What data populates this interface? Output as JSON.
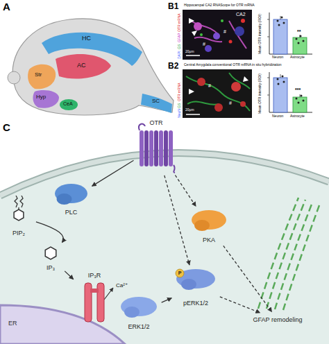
{
  "diagram": {
    "nodes": [
      {
        "text": [
          "OTR"
        ]
      },
      {
        "text": [
          "PLC"
        ]
      },
      {
        "text": [
          "PIP₂"
        ]
      },
      {
        "text": [
          "IP₃"
        ]
      },
      {
        "text": [
          "IP₃R"
        ]
      },
      {
        "text": [
          "PKA"
        ]
      },
      {
        "text": [
          "ERK1/2"
        ]
      },
      {
        "text": [
          "pERK1/2"
        ]
      },
      {
        "text": [
          "GFAP remodeling"
        ]
      }
    ],
    "edges": [
      {
        "from": 0,
        "to": 1,
        "arrow": "to"
      },
      {
        "from": 2,
        "to": 3,
        "arrow": "to"
      },
      {
        "from": 3,
        "to": 4,
        "arrow": "to"
      },
      {
        "from": 0,
        "to": 7,
        "arrow": "to"
      },
      {
        "from": 6,
        "to": 7,
        "arrow": "to"
      },
      {
        "from": 0,
        "to": 5,
        "arrow": "to"
      },
      {
        "from": 5,
        "to": 8,
        "arrow": "to"
      },
      {
        "from": 7,
        "to": 8,
        "arrow": "to"
      }
    ],
    "labels": [
      "A",
      "HC",
      "AC",
      "Str",
      "Hyp",
      "CeA",
      "SC",
      "B1",
      "Hippocampal CA2 RNAScope for OTR mRNA",
      "DAPI",
      "GS",
      "GFAP",
      "OTR mRNA",
      "CA2",
      "#",
      "#",
      "20µm",
      "Mean OTR intensity (ROI)",
      "Neuron",
      "Astrocyte",
      "**",
      "B2",
      "Central Amygdala conventional OTR mRNA in situ hybridization",
      "NeuN",
      "GS",
      "OTR mRNA",
      "#",
      "#",
      "20µm",
      "Mean OTR intensity (ROI)",
      "Neuron",
      "Astrocyte",
      "***",
      "C",
      "Ca²⁺",
      "ER",
      "P"
    ]
  }
}
